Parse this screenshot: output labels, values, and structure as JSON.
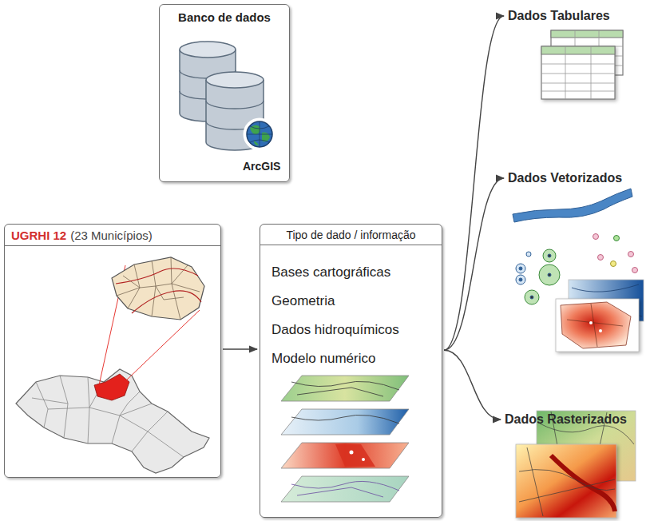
{
  "diagram": {
    "nodes": [
      {
        "text": [
          "Banco de dados",
          "ArcGIS"
        ]
      },
      {
        "text": [
          "UGRHI 12",
          "(23 Municípios)"
        ]
      },
      {
        "text": [
          "Tipo de dado / informação",
          "Bases cartográficas",
          "Geometria",
          "Dados hidroquímicos",
          "Modelo numérico"
        ]
      },
      {
        "text": [
          "Dados Tabulares"
        ]
      },
      {
        "text": [
          "Dados Vetorizados"
        ]
      },
      {
        "text": [
          "Dados Rasterizados"
        ]
      }
    ],
    "edges": [
      {
        "from": 1,
        "to": 2,
        "arrow": "to"
      },
      {
        "from": 2,
        "to": 3,
        "arrow": "to"
      },
      {
        "from": 2,
        "to": 4,
        "arrow": "to"
      },
      {
        "from": 2,
        "to": 5,
        "arrow": "to"
      }
    ]
  }
}
